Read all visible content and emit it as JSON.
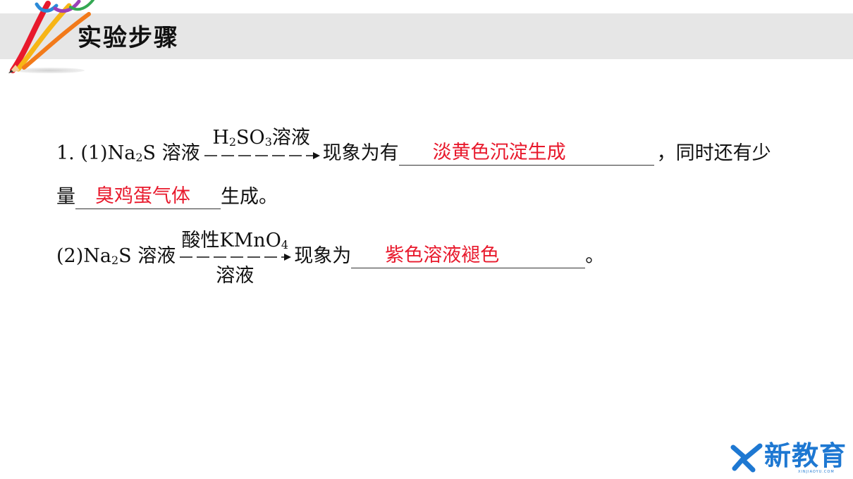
{
  "header": {
    "title": "实验步骤"
  },
  "step1": {
    "prefix": "1. (1)Na",
    "sub1": "2",
    "reagent_suffix": "S 溶液",
    "arrow_top_a": "H",
    "arrow_top_sub1": "2",
    "arrow_top_b": "SO",
    "arrow_top_sub2": "3",
    "arrow_top_c": "溶液",
    "text_after_arrow": "现象为有",
    "answer1": "淡黄色沉淀生成",
    "text_after_answer1": "，同时还有少",
    "line2_prefix": "量",
    "answer2": "臭鸡蛋气体",
    "text_after_answer2": "生成。"
  },
  "step2": {
    "prefix": "(2)Na",
    "sub1": "2",
    "reagent_suffix": "S 溶液",
    "arrow_top_a": "酸性KMnO",
    "arrow_top_sub": "4",
    "arrow_bottom": "溶液",
    "text_after_arrow": "现象为",
    "answer": "紫色溶液褪色",
    "ending": "。"
  },
  "brand": {
    "name": "新教育",
    "sub": "XINJIAOYU.COM"
  },
  "colors": {
    "answer": "#e8192c",
    "brand": "#1e78d2",
    "header_band": "#e6e6e6"
  }
}
